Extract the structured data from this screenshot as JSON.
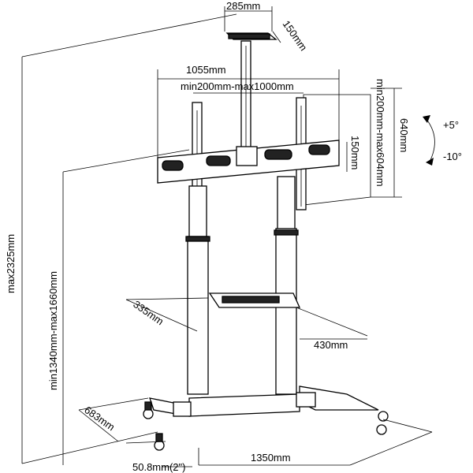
{
  "labels": {
    "top_width": "285mm",
    "top_depth": "150mm",
    "bracket_width": "1055mm",
    "vesa_horizontal": "min200mm-max1000mm",
    "vesa_vertical": "min200mm-max604mm",
    "bracket_height": "640mm",
    "arm_height": "150mm",
    "tilt_up": "+5°",
    "tilt_down": "-10°",
    "max_height": "max2325mm",
    "height_range": "min1340mm-max1660mm",
    "shelf_depth": "335mm",
    "shelf_width": "430mm",
    "base_depth": "683mm",
    "base_width": "1350mm",
    "caster": "50.8mm(2\")"
  }
}
